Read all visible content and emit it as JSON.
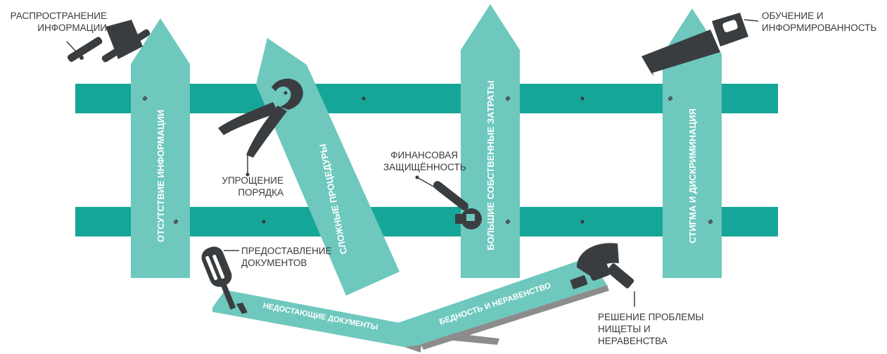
{
  "colors": {
    "rail": "#16a699",
    "picket": "#6ec8bd",
    "picket_shadow": "#8c8c8c",
    "tool": "#3a3d40",
    "text": "#3a3a3a",
    "picket_text": "#ffffff"
  },
  "pickets": [
    {
      "id": "info",
      "label": "ОТСУТСТВИЕ ИНФОРМАЦИИ"
    },
    {
      "id": "procedures",
      "label": "СЛОЖНЫЕ ПРОЦЕДУРЫ"
    },
    {
      "id": "costs",
      "label": "БОЛЬШИЕ СОБСТВЕННЫЕ ЗАТРАТЫ"
    },
    {
      "id": "stigma",
      "label": "СТИГМА И ДИСКРИМИНАЦИЯ"
    }
  ],
  "fallen_planks": [
    {
      "id": "documents",
      "label": "НЕДОСТАЮЩИЕ ДОКУМЕНТЫ"
    },
    {
      "id": "poverty",
      "label": "БЕДНОСТЬ И НЕРАВЕНСТВО"
    }
  ],
  "tools": [
    {
      "id": "axe",
      "icon": "axe-icon",
      "label_lines": [
        "РАСПРОСТРАНЕНИЕ",
        "ИНФОРМАЦИИ"
      ]
    },
    {
      "id": "pliers",
      "icon": "pliers-icon",
      "label_lines": [
        "УПРОЩЕНИЕ",
        "ПОРЯДКА"
      ]
    },
    {
      "id": "wrench",
      "icon": "wrench-icon",
      "label_lines": [
        "ФИНАНСОВАЯ",
        "ЗАЩИЩЁННОСТЬ"
      ]
    },
    {
      "id": "saw",
      "icon": "saw-icon",
      "label_lines": [
        "ОБУЧЕНИЕ И",
        "ИНФОРМИРОВАННОСТЬ"
      ]
    },
    {
      "id": "screwdriver",
      "icon": "screwdriver-icon",
      "label_lines": [
        "ПРЕДОСТАВЛЕНИЕ",
        "ДОКУМЕНТОВ"
      ]
    },
    {
      "id": "hammer",
      "icon": "hammer-icon",
      "label_lines": [
        "РЕШЕНИЕ ПРОБЛЕМЫ",
        "НИЩЕТЫ И",
        "НЕРАВЕНСТВА"
      ]
    }
  ]
}
